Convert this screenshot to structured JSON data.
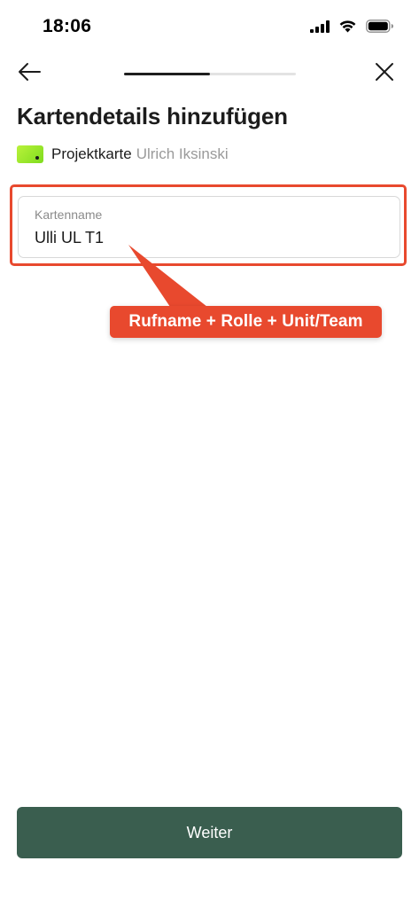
{
  "status_bar": {
    "time": "18:06",
    "icons": [
      "cellular-signal-icon",
      "wifi-icon",
      "battery-icon"
    ]
  },
  "nav": {
    "back_icon": "arrow-left-icon",
    "close_icon": "close-icon",
    "progress_fraction": 0.5
  },
  "title": "Kartendetails hinzufügen",
  "card": {
    "type": "Projektkarte",
    "holder": "Ulrich Iksinski",
    "chip_color": "#9be82e"
  },
  "field": {
    "label": "Kartenname",
    "value": "Ulli UL T1"
  },
  "annotation": {
    "text": "Rufname + Rolle + Unit/Team",
    "color": "#e8492e"
  },
  "footer": {
    "continue_label": "Weiter",
    "button_color": "#3a5e4f"
  }
}
